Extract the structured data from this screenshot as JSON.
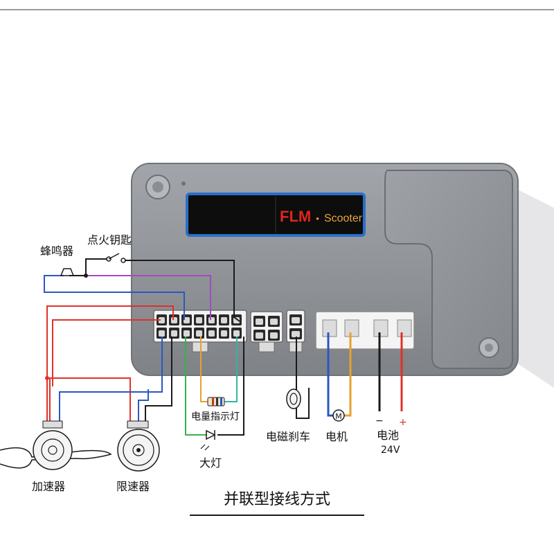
{
  "display": {
    "brand_main": "FLM",
    "brand_dot": "•",
    "brand_sub": "Scooter"
  },
  "labels": {
    "buzzer": "蜂鸣器",
    "ignition_key": "点火钥匙",
    "battery_indicator": "电量指示灯",
    "headlight": "大灯",
    "brake": "电磁刹车",
    "motor": "电机",
    "battery": "电池",
    "voltage": "24V",
    "accelerator": "加速器",
    "speed_limiter": "限速器",
    "caption": "并联型接线方式",
    "motor_symbol": "M",
    "minus": "−",
    "plus": "+"
  },
  "colors": {
    "controller_body": "#8d9095",
    "display_frame": "#2b6fc9",
    "brand_red": "#e0241c",
    "brand_orange": "#e8a33a",
    "wire_red": "#e03127",
    "wire_blue": "#2b57c2",
    "wire_black": "#1a1a1a",
    "wire_purple": "#a24bbf",
    "wire_green": "#35b34a",
    "wire_orange": "#e8a030",
    "wire_teal": "#35b3a3"
  }
}
